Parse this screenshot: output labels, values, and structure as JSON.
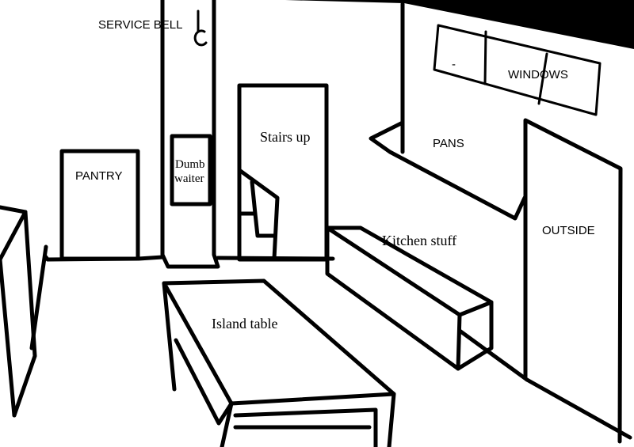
{
  "labels": {
    "service_bell": "SERVICE BELL",
    "pantry": "PANTRY",
    "dumb_waiter_line1": "Dumb",
    "dumb_waiter_line2": "waiter",
    "stairs_up": "Stairs up",
    "windows": "WINDOWS",
    "windows_mark": "-",
    "pans": "PANS",
    "kitchen_stuff": "Kitchen stuff",
    "outside": "OUTSIDE",
    "island_table": "Island table"
  }
}
